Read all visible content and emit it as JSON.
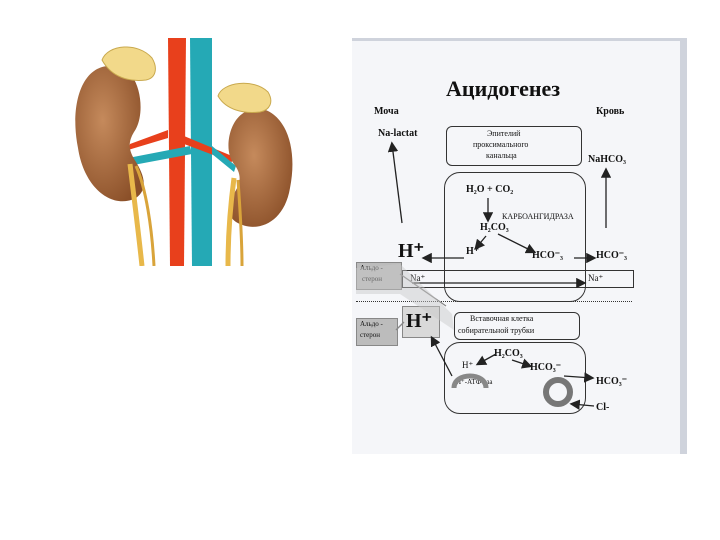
{
  "diagram": {
    "title": "Ацидогенез",
    "left_heading": "Моча",
    "right_heading": "Кровь",
    "na_lactat": "Na-lactat",
    "epith_box": [
      "Эпителий",
      "проксимального",
      "канальца"
    ],
    "nahco3": "NaHCO₃",
    "reaction": "H₂O + CO₂",
    "enzyme": "КАРБОАНГИДРАЗА",
    "h2co3": "H₂CO₃",
    "h_plus_big": "H⁺",
    "h_plus_small": "H⁺",
    "hco3_inner": "HCO⁻₃",
    "hco3_outer": "HCO⁻₃",
    "na_left": "Na⁺",
    "na_right": "Na⁺",
    "aldo_top": [
      "Альдо -",
      "стерон"
    ],
    "aldo_bottom": [
      "Альдо -",
      "стерон"
    ],
    "h_plus_big2": "H⁺",
    "ic_box": [
      "Вставочная клетка",
      "собирательной трубки"
    ],
    "h2co3_b": "H₂CO₃",
    "h_small_b": "H⁺",
    "hco3_b": "HCO₃⁻",
    "atpase": "H⁺-АТФ-аза",
    "hco3_right_b": "HCO₃⁻",
    "cl": "Cl-"
  },
  "colors": {
    "kidney": "#a8683a",
    "adrenal": "#f2d98a",
    "artery": "#e8401c",
    "vein": "#25a9b5",
    "ureter": "#e8b84a"
  }
}
